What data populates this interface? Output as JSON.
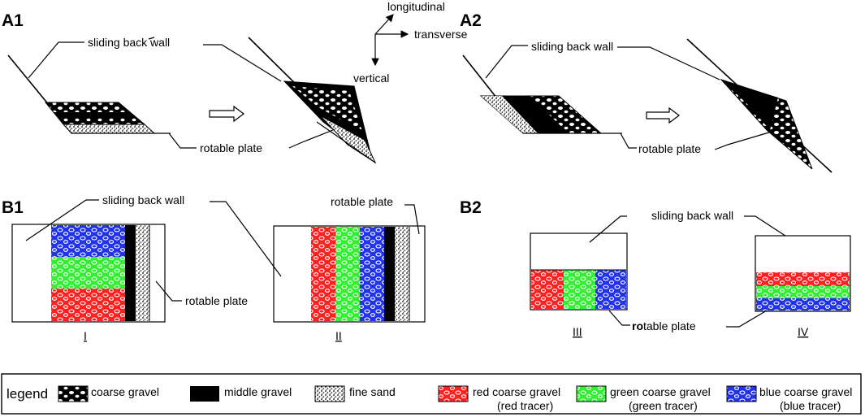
{
  "panels": {
    "a1": "A1",
    "a2": "A2",
    "b1": "B1",
    "b2": "B2"
  },
  "axes": {
    "longitudinal": "longitudinal",
    "transverse": "transverse",
    "vertical": "vertical"
  },
  "callouts": {
    "a1_wall": "sliding back wall",
    "a1_plate": "rotable plate",
    "a2_wall": "sliding back wall",
    "a2_plate": "rotable plate",
    "b1_wall": "sliding back wall",
    "b1_plate_right": "rotable plate",
    "b1_plate_left": "rotable plate",
    "b2_wall": "sliding back wall",
    "b2_plate_prefix": "ro",
    "b2_plate_rest": "table plate"
  },
  "roman": {
    "i": "I",
    "ii": "II",
    "iii": "III",
    "iv": "IV"
  },
  "legend": {
    "title": "legend",
    "coarse": "coarse gravel",
    "middle": "middle gravel",
    "fine": "fine sand",
    "red_l1": "red coarse gravel",
    "red_l2": "(red tracer)",
    "green_l1": "green coarse gravel",
    "green_l2": "(green tracer)",
    "blue_l1": "blue coarse gravel",
    "blue_l2": "(blue tracer)"
  },
  "colors": {
    "red": "#ff2020",
    "green": "#33ee33",
    "blue": "#2233ee",
    "middle_gravel": "#000000"
  }
}
